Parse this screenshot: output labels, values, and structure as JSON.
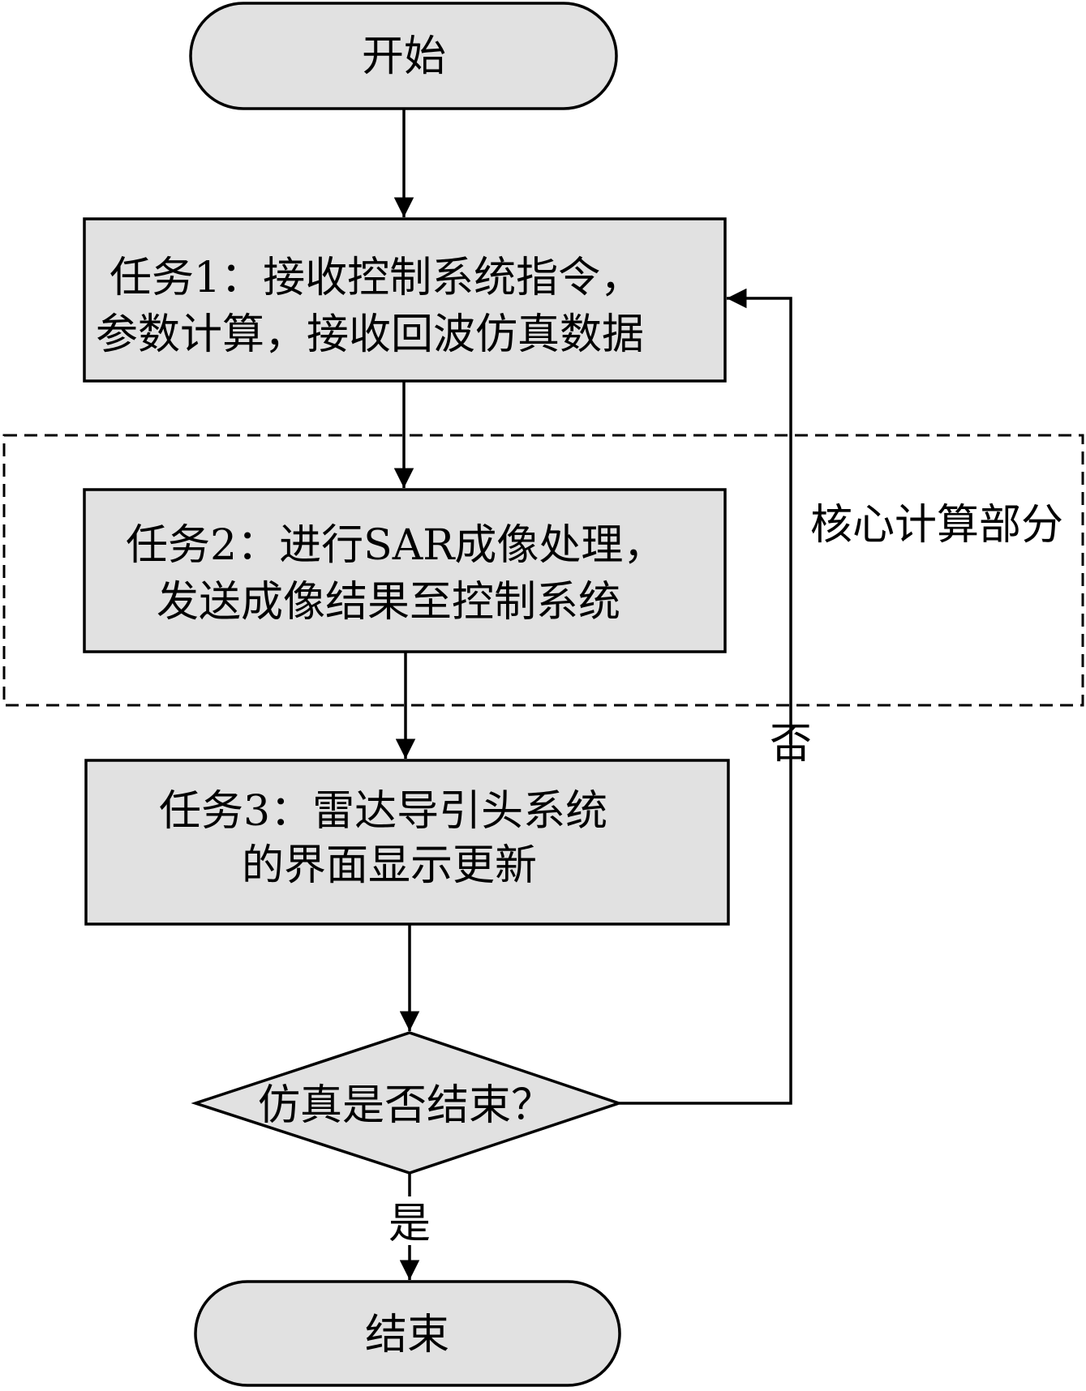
{
  "nodes": {
    "start": {
      "label": "开始"
    },
    "task1": {
      "line1": "任务1：接收控制系统指令，",
      "line2": "参数计算，接收回波仿真数据"
    },
    "task2": {
      "line1": "任务2：进行SAR成像处理，",
      "line2": "发送成像结果至控制系统"
    },
    "task3": {
      "line1": "任务3：雷达导引头系统",
      "line2": "的界面显示更新"
    },
    "decision": {
      "label": "仿真是否结束？"
    },
    "end": {
      "label": "结束"
    }
  },
  "region": {
    "label": "核心计算部分"
  },
  "edges": {
    "no": "否",
    "yes": "是"
  },
  "colors": {
    "box_fill": "#e1e1e1",
    "stroke": "#000000",
    "text": "#000000"
  }
}
